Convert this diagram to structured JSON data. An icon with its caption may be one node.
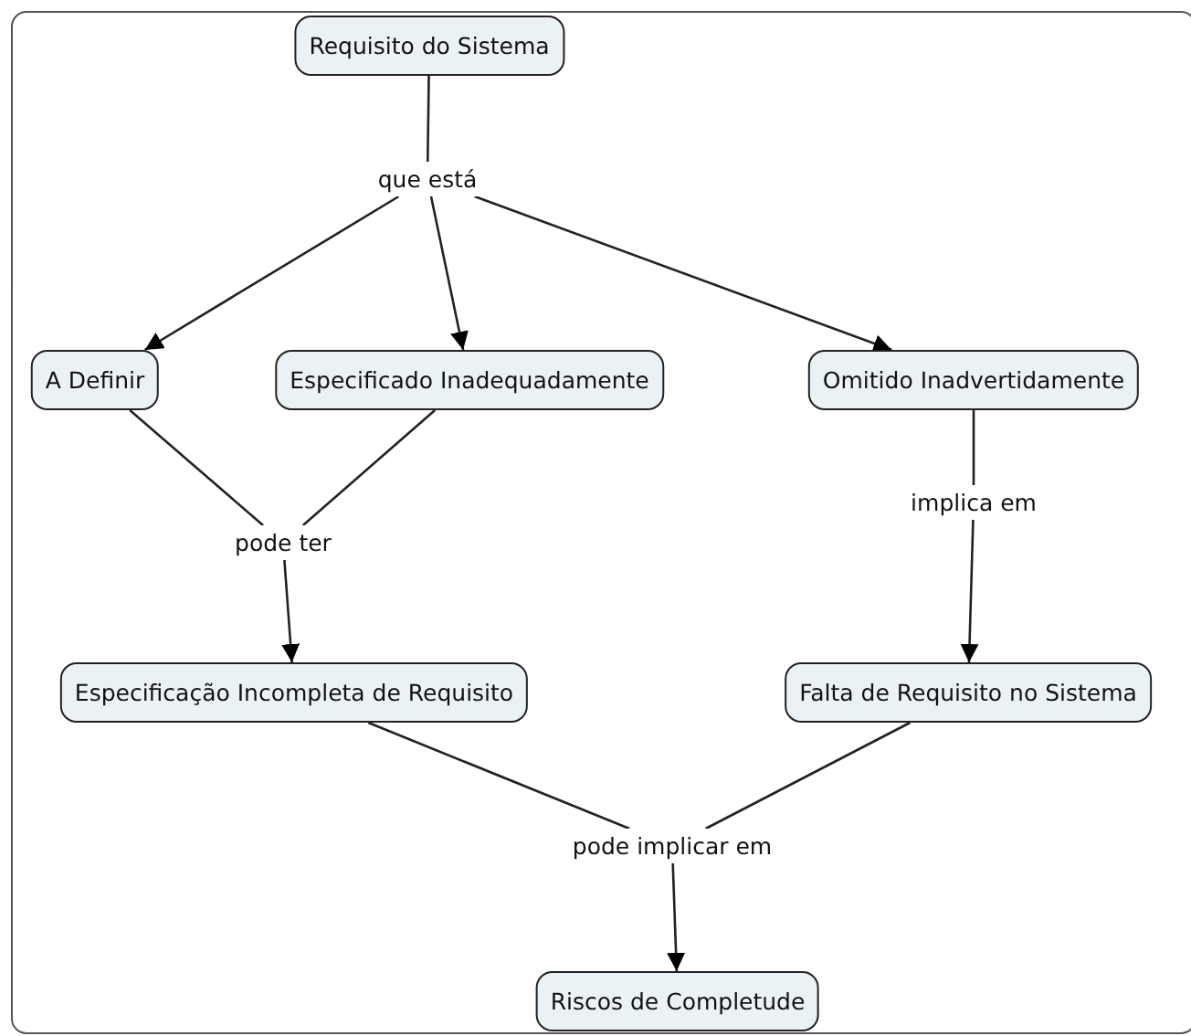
{
  "diagram": {
    "nodes": [
      {
        "text": [
          "Requisito do Sistema"
        ]
      },
      {
        "text": [
          "que está"
        ]
      },
      {
        "text": [
          "A Definir"
        ]
      },
      {
        "text": [
          "Especificado Inadequadamente"
        ]
      },
      {
        "text": [
          "Omitido Inadvertidamente"
        ]
      },
      {
        "text": [
          "pode ter"
        ]
      },
      {
        "text": [
          "implica em"
        ]
      },
      {
        "text": [
          "Especificação Incompleta de Requisito"
        ]
      },
      {
        "text": [
          "Falta de Requisito no Sistema"
        ]
      },
      {
        "text": [
          "pode implicar em"
        ]
      },
      {
        "text": [
          "Riscos de Completude"
        ]
      }
    ],
    "edges": [
      {
        "from": 0,
        "to": 1,
        "arrow": "none"
      },
      {
        "from": 1,
        "to": 2,
        "arrow": "to"
      },
      {
        "from": 1,
        "to": 3,
        "arrow": "to"
      },
      {
        "from": 1,
        "to": 4,
        "arrow": "to"
      },
      {
        "from": 2,
        "to": 5,
        "arrow": "none"
      },
      {
        "from": 3,
        "to": 5,
        "arrow": "none"
      },
      {
        "from": 5,
        "to": 7,
        "arrow": "to"
      },
      {
        "from": 4,
        "to": 6,
        "arrow": "none"
      },
      {
        "from": 6,
        "to": 8,
        "arrow": "to"
      },
      {
        "from": 7,
        "to": 9,
        "arrow": "none"
      },
      {
        "from": 8,
        "to": 9,
        "arrow": "none"
      },
      {
        "from": 9,
        "to": 10,
        "arrow": "to"
      }
    ]
  }
}
